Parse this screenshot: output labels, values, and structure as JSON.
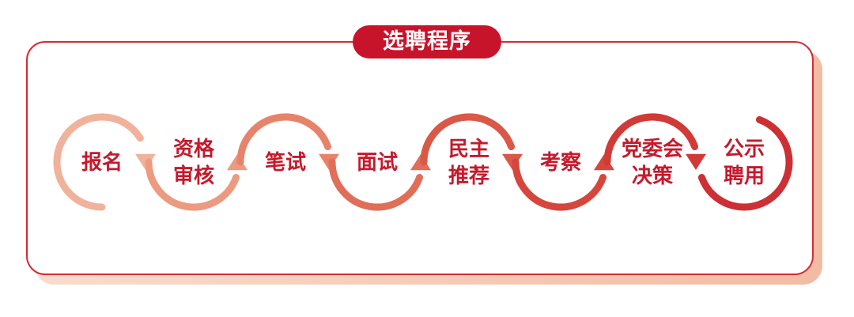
{
  "title": "选聘程序",
  "colors": {
    "card_border": "#d42c34",
    "pill": "#c8142b",
    "label": "#c41a2c"
  },
  "steps": [
    {
      "lines": [
        "报名"
      ],
      "color": "#f0b29b"
    },
    {
      "lines": [
        "资格",
        "审核"
      ],
      "color": "#ec9a80"
    },
    {
      "lines": [
        "笔试"
      ],
      "color": "#e7836a"
    },
    {
      "lines": [
        "面试"
      ],
      "color": "#e06e58"
    },
    {
      "lines": [
        "民主",
        "推荐"
      ],
      "color": "#da5848"
    },
    {
      "lines": [
        "考察"
      ],
      "color": "#d5463d"
    },
    {
      "lines": [
        "党委会",
        "决策"
      ],
      "color": "#d03a37"
    },
    {
      "lines": [
        "公示",
        "聘用"
      ],
      "color": "#cc3034"
    }
  ]
}
